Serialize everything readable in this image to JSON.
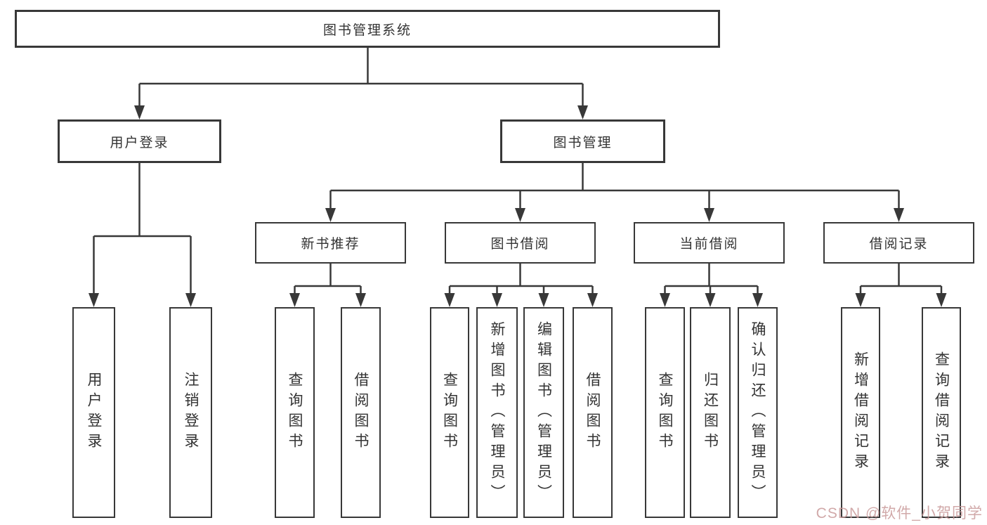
{
  "tree": {
    "root": {
      "label": "图书管理系统"
    },
    "branches": [
      {
        "label": "用户登录",
        "children": [
          {
            "label": "用户登录"
          },
          {
            "label": "注销登录"
          }
        ]
      },
      {
        "label": "图书管理",
        "children": [
          {
            "label": "新书推荐",
            "children": [
              {
                "label": "查询图书"
              },
              {
                "label": "借阅图书"
              }
            ]
          },
          {
            "label": "图书借阅",
            "children": [
              {
                "label": "查询图书"
              },
              {
                "label": "新增图书（管理员）"
              },
              {
                "label": "编辑图书（管理员）"
              },
              {
                "label": "借阅图书"
              }
            ]
          },
          {
            "label": "当前借阅",
            "children": [
              {
                "label": "查询图书"
              },
              {
                "label": "归还图书"
              },
              {
                "label": "确认归还（管理员）"
              }
            ]
          },
          {
            "label": "借阅记录",
            "children": [
              {
                "label": "新增借阅记录"
              },
              {
                "label": "查询借阅记录"
              }
            ]
          }
        ]
      }
    ]
  },
  "watermark": {
    "text": "CSDN @软件_小贺同学"
  },
  "colors": {
    "line": "#383838",
    "box_border": "#383838",
    "box_fill": "#ffffff",
    "text": "#333333",
    "watermark": "#c99a9a",
    "background": "#ffffff"
  }
}
